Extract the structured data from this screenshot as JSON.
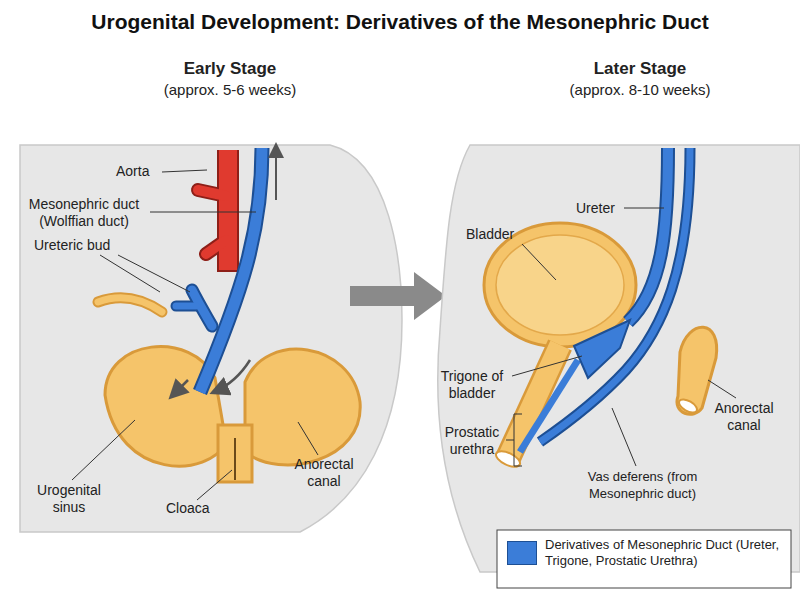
{
  "diagram": {
    "title": "Urogenital Development: Derivatives of the Mesonephric Duct",
    "labels": [
      "Early Stage",
      "(approx. 5-6 weeks)",
      "Aorta",
      "Mesonephric duct (Wolffian duct)",
      "Ureteric bud",
      "Urogenital sinus",
      "Cloaca",
      "Anorectal canal",
      "Later Stage",
      "(approx. 8-10 weeks)",
      "Ureter",
      "Bladder",
      "Trigone of bladder",
      "Prostatic urethra",
      "Anorectal canal",
      "Vas deferens (from Mesonephric duct)"
    ],
    "legend": [
      {
        "text": "Derivatives of Mesonephric Duct (Ureter, Trigone, Prostatic Urethra)",
        "color": "#3b7dd8"
      }
    ]
  }
}
